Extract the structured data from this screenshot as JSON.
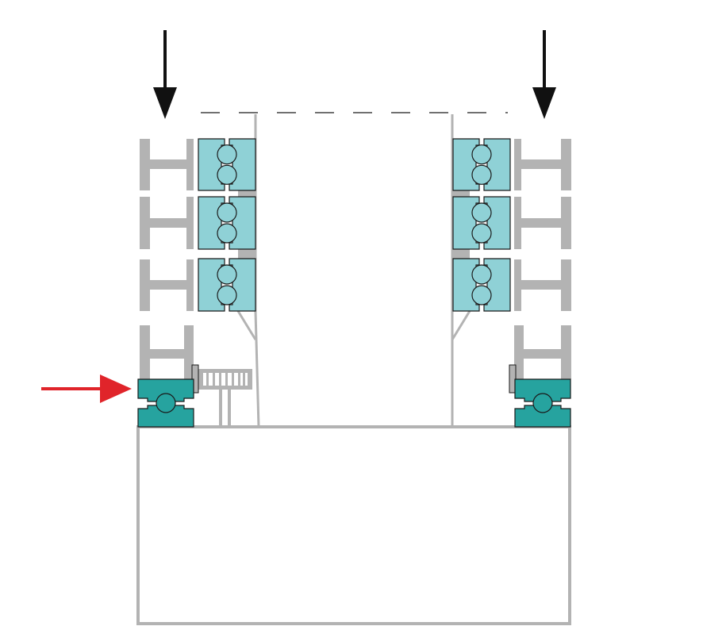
{
  "diagram": {
    "colors": {
      "background": "#ffffff",
      "structure_gray": "#b3b3b3",
      "bearing_light": "#8fd1d6",
      "bearing_dark": "#26a39f",
      "outline": "#1a1a1a",
      "load_arrow": "#111111",
      "input_arrow": "#e0242a"
    },
    "elements": {
      "load_arrows": {
        "count": 2,
        "direction": "down",
        "icon": "arrow-down-icon"
      },
      "input_arrow": {
        "direction": "right",
        "icon": "arrow-right-icon"
      },
      "upper_bearing_stacks": {
        "count_per_side": 3,
        "balls_per_bearing": 2
      },
      "lower_bearings": {
        "count": 2,
        "balls_per_bearing": 1
      },
      "i_beam_spacers": {
        "count_per_side": 4
      },
      "comb_element": {
        "teeth": 7
      },
      "dashed_reference_line": true,
      "base_frame": true
    }
  }
}
